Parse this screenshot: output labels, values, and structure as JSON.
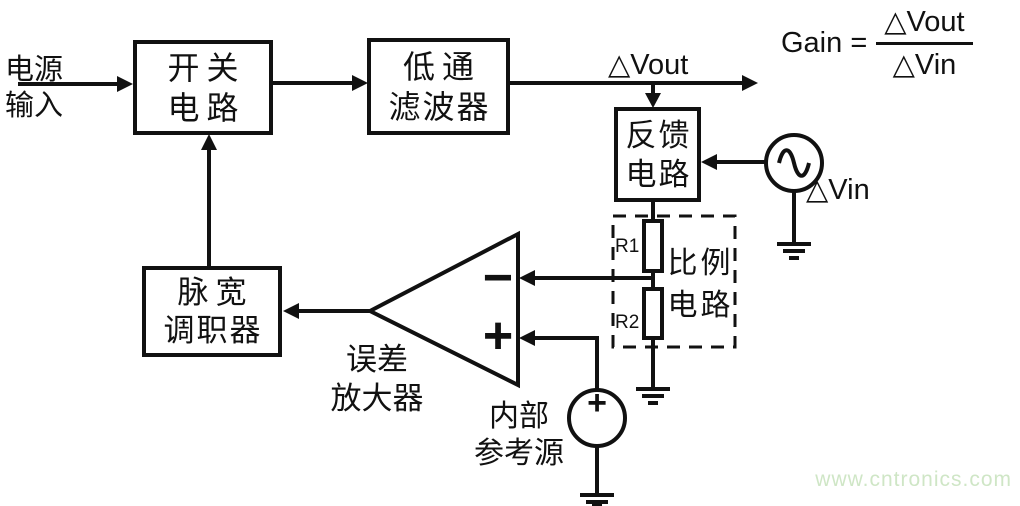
{
  "page": {
    "background": "#ffffff",
    "line_color": "#111111"
  },
  "blocks": {
    "switch_circuit": {
      "line1": "开关",
      "line2": "电路"
    },
    "low_pass_filter": {
      "line1": "低通",
      "line2": "滤波器"
    },
    "feedback_circuit": {
      "line1": "反馈",
      "line2": "电路"
    },
    "pwm_modulator": {
      "line1": "脉宽",
      "line2": "调职器"
    }
  },
  "labels": {
    "power_input_line1": "电源",
    "power_input_line2": "输入",
    "delta_vout": "△Vout",
    "delta_vin": "△Vin",
    "error_amp_line1": "误差",
    "error_amp_line2": "放大器",
    "internal_ref_line1": "内部",
    "internal_ref_line2": "参考源",
    "proportional_line1": "比例",
    "proportional_line2": "电路",
    "r1": "R1",
    "r2": "R2",
    "opamp_minus": "−",
    "opamp_plus": "+",
    "ref_source_plus": "+"
  },
  "formula": {
    "gain_label": "Gain =",
    "numerator": "△Vout",
    "denominator": "△Vin"
  },
  "watermark": {
    "text": "www.cntronics.com",
    "color": "#cfe6c6"
  }
}
